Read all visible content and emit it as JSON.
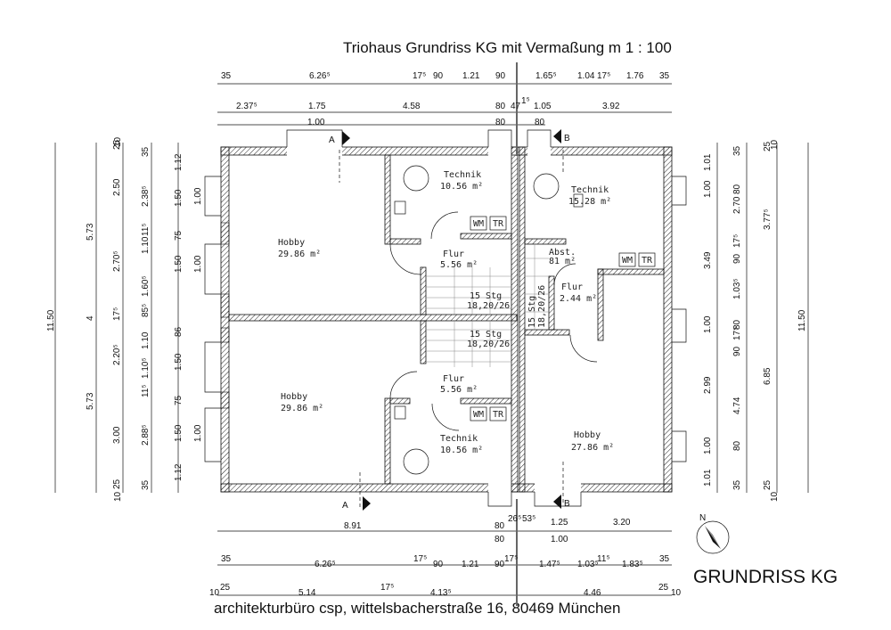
{
  "title": "Triohaus Grundriss KG mit Vermaßung m 1 : 100",
  "subtitle": "GRUNDRISS KG",
  "footer": "architekturbüro csp, wittelsbacherstraße 16, 80469 München",
  "north_label": "N",
  "section_labels": {
    "a_top": "A",
    "a_bottom": "A",
    "b_top": "B",
    "b_bottom": "B"
  },
  "rooms": [
    {
      "name": "Hobby",
      "area": "29.86 m²"
    },
    {
      "name": "Technik",
      "area": "10.56 m²"
    },
    {
      "name": "Technik",
      "area": "15.28 m²"
    },
    {
      "name": "Flur",
      "area": "5.56 m²"
    },
    {
      "name": "Flur",
      "area": "2.44 m²"
    },
    {
      "name": "Hobby",
      "area": "29.86 m²"
    },
    {
      "name": "Flur",
      "area": "5.56 m²"
    },
    {
      "name": "Technik",
      "area": "10.56 m²"
    },
    {
      "name": "Hobby",
      "area": "27.86 m²"
    }
  ],
  "stair_labels": [
    "15 Stg",
    "18,20/26",
    "15 Stg",
    "18,20/26",
    "15 Stg",
    "18,20/26",
    "Abst.",
    "81 m²"
  ],
  "appliances": [
    "WM",
    "TR",
    "WM",
    "TR",
    "WM",
    "TR"
  ],
  "dims": {
    "top1": [
      "35",
      "6.26⁵",
      "17⁵",
      "90",
      "1.21",
      "90",
      "1.65⁵",
      "1.04",
      "17⁵",
      "1.76",
      "35"
    ],
    "top2": [
      "2.37⁵",
      "1.75",
      "4.58",
      "80",
      "47",
      "1⁵",
      "1.05",
      "3.92"
    ],
    "top3": [
      "1.00",
      "80",
      "80"
    ],
    "bottom1": [
      "8.91",
      "80",
      "26⁵",
      "53⁵",
      "1.25",
      "3.20"
    ],
    "bottom2": [
      "80",
      "1.00"
    ],
    "bottom3": [
      "35",
      "6.26⁵",
      "17⁵",
      "90",
      "1.21",
      "90",
      "17⁵",
      "1.47⁵",
      "1.03⁵",
      "11⁵",
      "1.83⁵",
      "35"
    ],
    "bottom4": [
      "10",
      "25",
      "5.14",
      "17⁵",
      "4.13⁵",
      "4.46",
      "25",
      "10"
    ],
    "left1": [
      "11.50"
    ],
    "left2": [
      "5.73",
      "4",
      "5.73"
    ],
    "left3": [
      "25",
      "2.50",
      "2.70⁵",
      "17⁵",
      "2.20⁵",
      "3.00",
      "25"
    ],
    "left4": [
      "10",
      "35",
      "2.38⁵",
      "11⁵",
      "1.10",
      "1.60⁵",
      "85⁵",
      "1.10",
      "1.10⁵",
      "11⁵",
      "2.88⁵",
      "35",
      "10"
    ],
    "left5": [
      "1.12",
      "1.50",
      "75",
      "1.50",
      "86",
      "1.50",
      "75",
      "1.50",
      "1.12"
    ],
    "left6": [
      "1.00",
      "1.00",
      "1.00"
    ],
    "right1": [
      "1.01",
      "1.00",
      "3.49",
      "1.00",
      "2.99",
      "1.00",
      "1.01"
    ],
    "right2": [
      "35",
      "80",
      "90",
      "17⁵",
      "80",
      "90",
      "4.74",
      "80",
      "35"
    ],
    "right3": [
      "2.70",
      "1.03⁵",
      "17⁵"
    ],
    "right4": [
      "25",
      "10",
      "3.77⁵",
      "6.85",
      "25",
      "10"
    ],
    "right5": [
      "11.50"
    ]
  }
}
